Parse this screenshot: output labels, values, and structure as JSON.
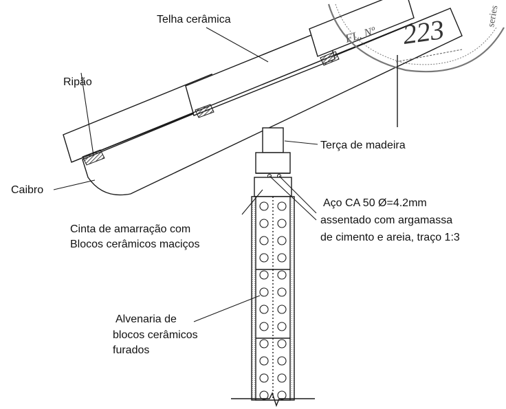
{
  "labels": {
    "telha": "Telha cerâmica",
    "ripao": "Ripão",
    "terca": "Terça de madeira",
    "caibro": "Caibro",
    "aco_line1": "Aço CA 50 Ø=4.2mm",
    "aco_line2": "assentado com argamassa",
    "aco_line3": "de cimento e areia, traço 1:3",
    "cinta_line1": "Cinta de amarração com",
    "cinta_line2": "Blocos cerâmicos maciços",
    "alvenaria_line1": "Alvenaria de",
    "alvenaria_line2": "blocos cerâmicos",
    "alvenaria_line3": "furados"
  },
  "stamp": {
    "folha_label": "FL. Nº",
    "folha_number": "223",
    "edge_text": "series"
  },
  "colors": {
    "ink": "#1a1a1a",
    "hatch": "#444444",
    "stamp": "#777777"
  }
}
